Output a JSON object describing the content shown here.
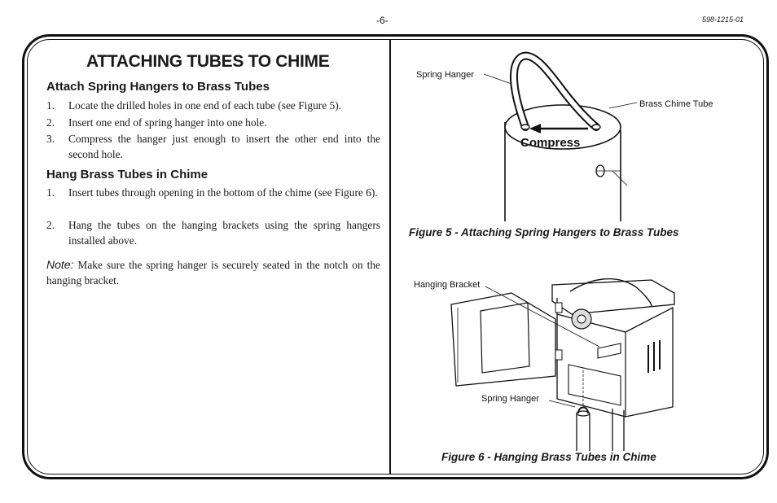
{
  "header": {
    "page_number": "-6-",
    "document_number": "598-1215-01"
  },
  "left": {
    "title": "ATTACHING TUBES TO CHIME",
    "section1": {
      "heading": "Attach Spring Hangers to Brass Tubes",
      "steps": [
        {
          "num": "1.",
          "text": "Locate the drilled holes in one end of each tube (see Figure 5)."
        },
        {
          "num": "2.",
          "text": "Insert one end of spring hanger into one hole."
        },
        {
          "num": "3.",
          "text": "Compress the hanger just enough to insert the other end into the second hole."
        }
      ]
    },
    "section2": {
      "heading": "Hang Brass Tubes in Chime",
      "steps": [
        {
          "num": "1.",
          "text": "Insert tubes through opening in the bottom of the chime (see Figure 6)."
        },
        {
          "num": "2.",
          "text": "Hang the tubes on the hanging brackets using the spring hangers installed above."
        }
      ]
    },
    "note": {
      "label": "Note:",
      "text": "Make sure the spring hanger is securely seated in the notch on the hanging bracket."
    }
  },
  "figure5": {
    "labels": {
      "spring_hanger": "Spring Hanger",
      "brass_chime_tube": "Brass Chime Tube",
      "compress": "Compress"
    },
    "caption": "Figure 5 - Attaching Spring Hangers to Brass Tubes"
  },
  "figure6": {
    "labels": {
      "hanging_bracket": "Hanging Bracket",
      "spring_hanger": "Spring Hanger"
    },
    "caption": "Figure 6 - Hanging Brass Tubes in Chime"
  }
}
